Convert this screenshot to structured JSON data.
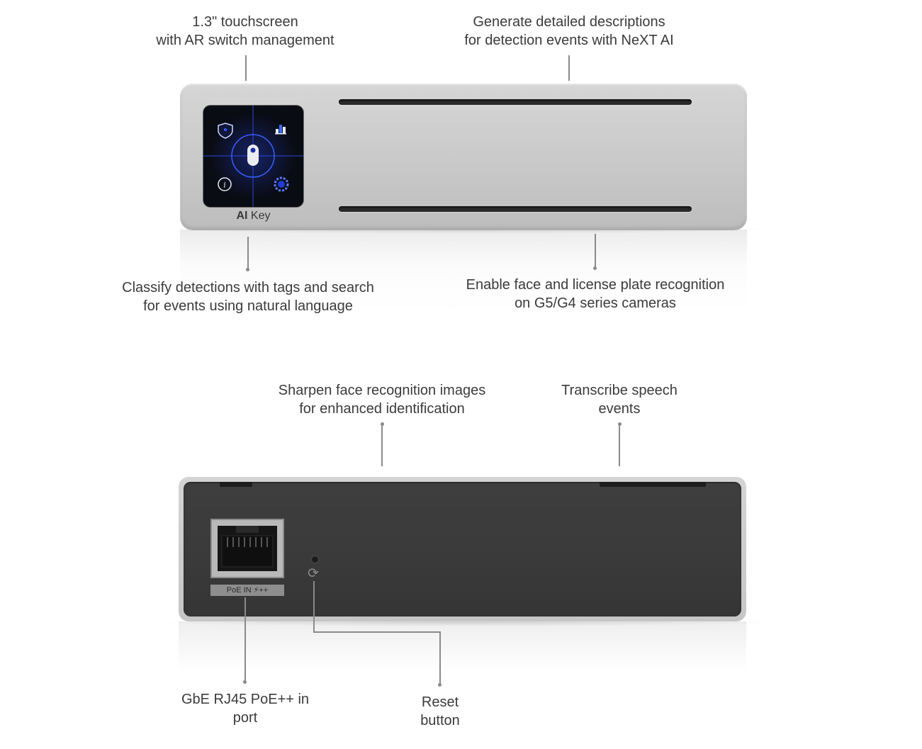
{
  "callouts": {
    "touchscreen": {
      "line1": "1.3\" touchscreen",
      "line2": "with AR switch management"
    },
    "next_ai": {
      "line1": "Generate detailed descriptions",
      "line2": "for detection events with NeXT AI"
    },
    "classify": {
      "line1": "Classify detections with tags and search",
      "line2": "for events using natural language"
    },
    "face_plate": {
      "line1": "Enable face and license plate recognition",
      "line2": "on G5/G4 series cameras"
    },
    "sharpen": {
      "line1": "Sharpen face recognition images",
      "line2": "for enhanced identification"
    },
    "transcribe": {
      "line1": "Transcribe speech",
      "line2": "events"
    },
    "port": {
      "line1": "GbE RJ45 PoE++ in",
      "line2": "port"
    },
    "reset": {
      "line1": "Reset",
      "line2": "button"
    }
  },
  "device": {
    "brand_bold": "AI",
    "brand_rest": " Key",
    "port_label": "PoE IN ⚡++"
  },
  "colors": {
    "body": "#c9c9c9",
    "back_panel": "#3a3a3a",
    "screen_grid": "#1f3fc4",
    "leader": "#8a8a8a"
  }
}
